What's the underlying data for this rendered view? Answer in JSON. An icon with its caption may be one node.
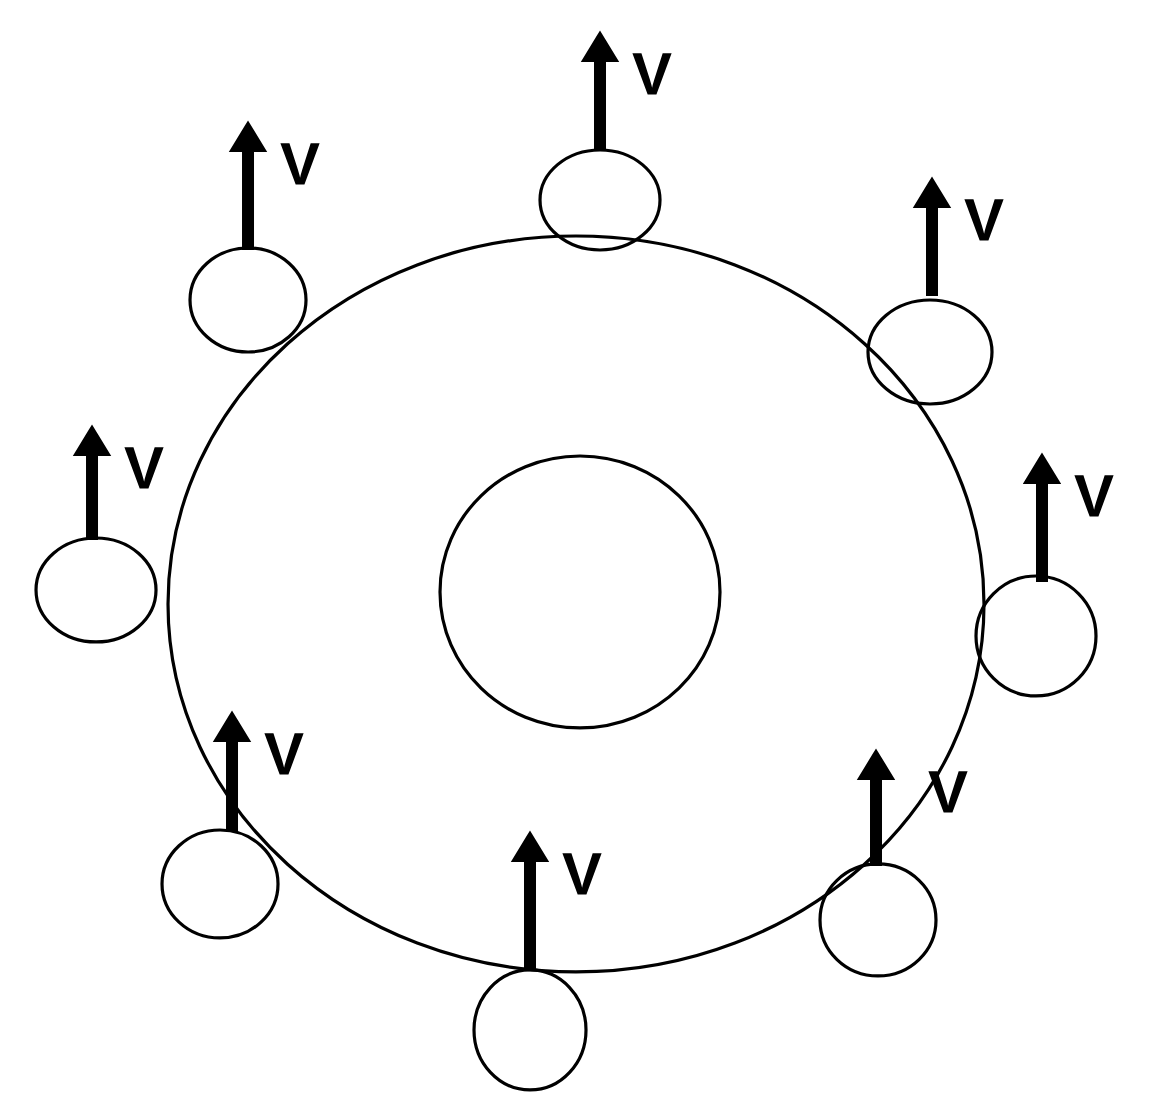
{
  "diagram": {
    "nodes": [
      {
        "text": [],
        "shape": "circle"
      },
      {
        "text": [],
        "shape": "circle",
        "in": 0
      },
      {
        "text": [],
        "shape": "circle",
        "beside": [
          "V"
        ]
      },
      {
        "text": [],
        "shape": "circle",
        "beside": [
          "V"
        ]
      },
      {
        "text": [],
        "shape": "circle",
        "beside": [
          "V"
        ]
      },
      {
        "text": [],
        "shape": "circle",
        "beside": [
          "V"
        ]
      },
      {
        "text": [],
        "shape": "circle",
        "beside": [
          "V"
        ]
      },
      {
        "text": [],
        "shape": "circle",
        "beside": [
          "V"
        ]
      },
      {
        "text": [],
        "shape": "circle",
        "beside": [
          "V"
        ]
      },
      {
        "text": [],
        "shape": "circle",
        "beside": [
          "V"
        ]
      }
    ]
  }
}
